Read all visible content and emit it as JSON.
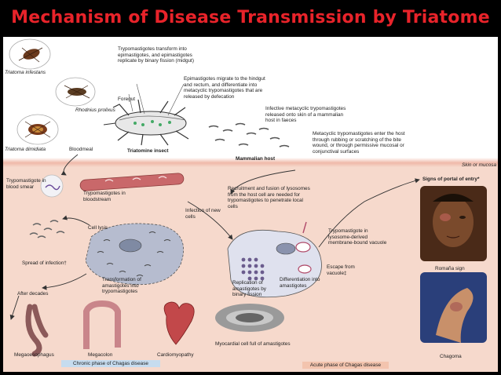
{
  "title": "Mechanism of Disease Transmission by Triatome",
  "labels": {
    "triatoma_infestans": "Triatoma infestans",
    "rhodnius_prolixus": "Rhodnius prolixus",
    "triatoma_dimidiata": "Triatoma dimidiata",
    "foregut": "Foregut",
    "bloodmeal": "Bloodmeal",
    "triatomine_insect": "Triatomine insect",
    "mammalian_host": "Mammalian host",
    "trypo_transform": "Trypomastigotes transform into epimastigotes, and epimastigotes replicate by binary fission (midgut)",
    "epi_migrate": "Epimastigotes migrate to the hindgut and rectum, and differentiate into metacyclic trypomastigotes that are released by defecation",
    "infective_meta": "Infective metacyclic trypomastigotes released onto skin of a mammalian host in faeces",
    "meta_enter": "Metacyclic trypomastigotes enter the host through rubbing or scratching of the bite wound, or through permissive mucosal or conjunctival surfaces",
    "skin_mucosa": "Skin or mucosa",
    "trypo_blood_smear": "Trypomastigote in blood smear",
    "trypo_bloodstream": "Trypomastigotes in bloodstream",
    "infection_new_cells": "Infection of new cells",
    "recruitment": "Recruitment and fusion of lysosomes from the host cell are needed for trypomastigotes to penetrate local cells",
    "signs_portal": "Signs of portal of entry*",
    "cell_lysis": "Cell lysis",
    "trypo_lysosome": "Trypomastigote in lysosome-derived membrane-bound vacuole",
    "spread_infection": "Spread of infection†",
    "escape_vacuole": "Escape from vacuole‡",
    "romana_sign": "Romaña sign",
    "transformation": "Transformation of amastigotes into trypomastigotes",
    "replication": "Replication of amastigotes by binary fission",
    "differentiation": "Differentiation into amastigotes",
    "after_decades": "After decades",
    "myocardial_cell": "Myocardial cell full of amastigotes",
    "megaoesophagus": "Megaoesophagus",
    "megacolon": "Megacolon",
    "cardiomyopathy": "Cardiomyopathy",
    "chagoma": "Chagoma",
    "chronic_phase": "Chronic phase of Chagas disease",
    "acute_phase": "Acute phase of Chagas disease"
  }
}
